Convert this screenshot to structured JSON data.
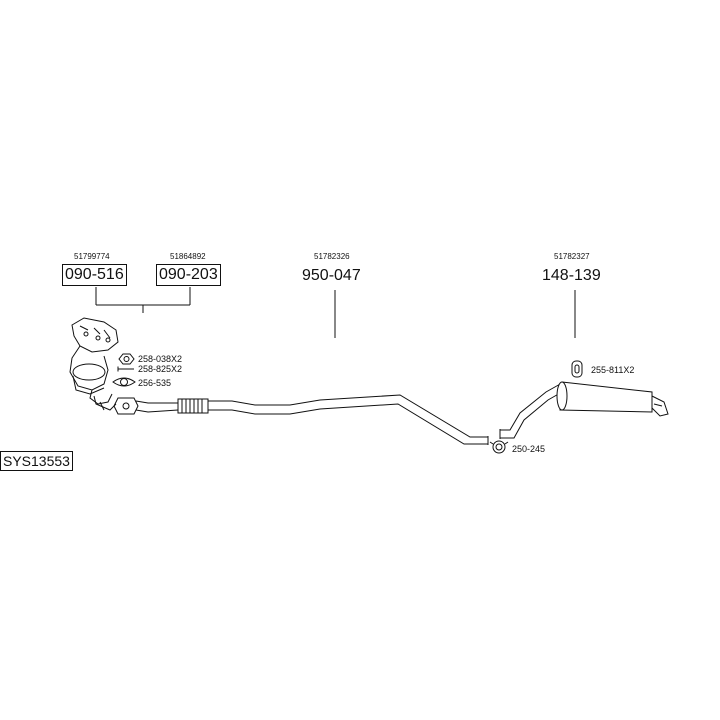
{
  "diagram_id": "SYS13553",
  "parts": [
    {
      "oem": "51799774",
      "part_no": "090-516"
    },
    {
      "oem": "51864892",
      "part_no": "090-203"
    },
    {
      "oem": "51782326",
      "part_no": "950-047"
    },
    {
      "oem": "51782327",
      "part_no": "148-139"
    }
  ],
  "fittings": {
    "nut": "258-038X2",
    "bolt": "258-825X2",
    "gasket": "256-535",
    "hanger": "255-811X2",
    "clamp": "250-245"
  },
  "line_color": "#111111",
  "part_fill": "#ffffff"
}
